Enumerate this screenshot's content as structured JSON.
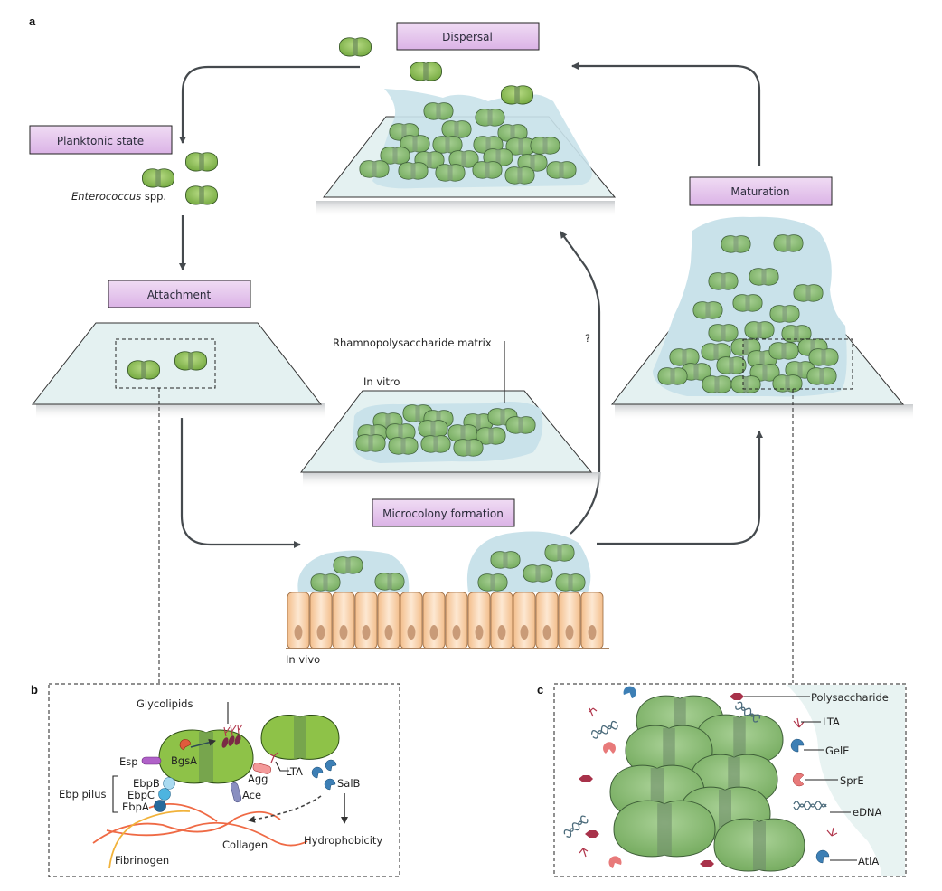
{
  "panels": {
    "a": "a",
    "b": "b",
    "c": "c"
  },
  "stages": {
    "planktonic": "Planktonic state",
    "attachment": "Attachment",
    "microcolony": "Microcolony formation",
    "maturation": "Maturation",
    "dispersal": "Dispersal"
  },
  "labels": {
    "species_genus": "Enterococcus",
    "species_suffix": " spp.",
    "matrix": "Rhamnopolysaccharide matrix",
    "in_vitro": "In vitro",
    "in_vivo": "In vivo",
    "question": "?"
  },
  "panel_b": {
    "glycolipids": "Glycolipids",
    "bgsa": "BgsA",
    "esp": "Esp",
    "ebp_pilus": "Ebp pilus",
    "ebpb": "EbpB",
    "ebpc": "EbpC",
    "ebpa": "EbpA",
    "agg": "Agg",
    "ace": "Ace",
    "lta": "LTA",
    "salb": "SalB",
    "hydrophobicity": "Hydrophobicity",
    "collagen": "Collagen",
    "fibrinogen": "Fibrinogen"
  },
  "panel_c": {
    "legend": [
      "Polysaccharide",
      "LTA",
      "GelE",
      "SprE",
      "eDNA",
      "AtlA"
    ]
  },
  "colors": {
    "label_box": "#e6c9ee",
    "label_border": "#222222",
    "cell_green": "#8fc060",
    "cell_band": "#7a9f6e",
    "surface": "#e4f1f1",
    "matrix": "#c9e2ea",
    "epithelium": "#f6cba0",
    "nucleus": "#c99b78",
    "esp": "#b061c8",
    "ebp": "#5fb8e0",
    "agg": "#f08a8a",
    "ace": "#8a8fc0",
    "salb": "#3d7fb5",
    "collagen": "#ef6a45",
    "fibrinogen": "#f1b23a",
    "polysaccharide": "#b0344a",
    "lta": "#b0344a",
    "sprE": "#e87a7a"
  }
}
